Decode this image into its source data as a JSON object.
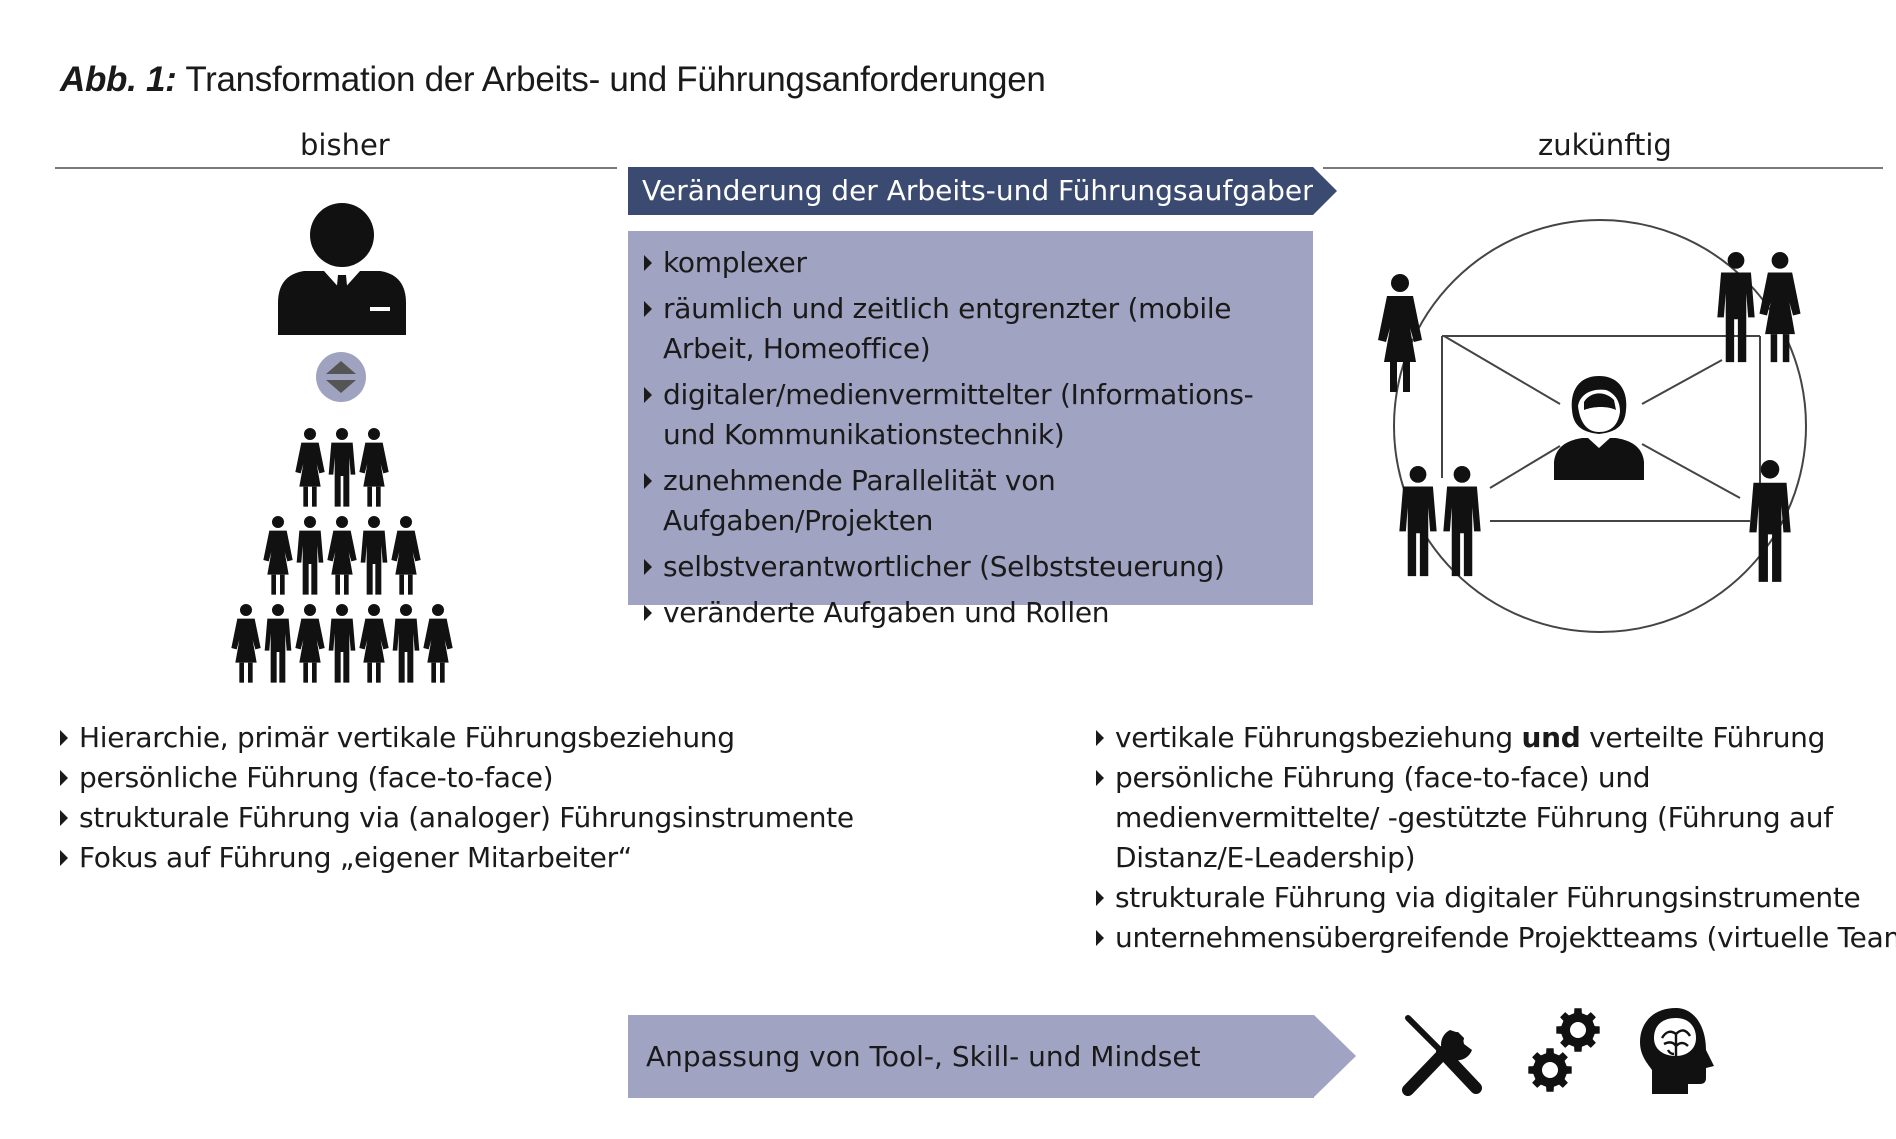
{
  "figure": {
    "label": "Abb. 1:",
    "title": "Transformation der Arbeits- und Führungsanforderungen"
  },
  "columns": {
    "left_heading": "bisher",
    "right_heading": "zukünftig"
  },
  "center": {
    "banner": "Veränderung der Arbeits-und Führungsaufgaben",
    "items": [
      "komplexer",
      "räumlich und zeitlich entgrenzter (mobile Arbeit, Homeoffice)",
      "digitaler/medienvermittelter (Informations- und Kommunikationstechnik)",
      "zunehmende Parallelität von Aufgaben/Projekten",
      "selbstverantwortlicher (Selbststeuerung)",
      "veränderte Aufgaben und Rollen"
    ]
  },
  "left_list": [
    "Hierarchie, primär vertikale Führungsbeziehung",
    "persönliche Führung (face-to-face)",
    "strukturale Führung via (analoger) Führungsinstrumente",
    "Fokus auf Führung „eigener Mitarbeiter“"
  ],
  "right_list": {
    "item1_pre": "vertikale Führungsbeziehung",
    "item1_bold": "und",
    "item1_post": "verteilte Führung",
    "items": [
      "persönliche Führung (face-to-face) und medienvermittelte/ -gestützte Führung (Führung auf Distanz/E-Leadership)",
      "strukturale Führung via digitaler Führungsinstrumente",
      "unternehmensübergreifende Projektteams (virtuelle Teams)"
    ]
  },
  "bottom_banner": "Anpassung von Tool-, Skill- und Mindset",
  "icons": {
    "left": [
      "manager-icon",
      "up-down-arrows-icon",
      "employee-pyramid-icon"
    ],
    "right": [
      "network-circle-icon",
      "leader-woman-icon",
      "woman-icon",
      "couple-icon",
      "two-men-icon",
      "man-icon"
    ],
    "bottom": [
      "tools-icon",
      "gears-icon",
      "brain-head-icon"
    ]
  },
  "colors": {
    "banner_dark": "#3b4a71",
    "box_light": "#a0a4c2",
    "rule": "#7a7a7a",
    "arrow_circle": "#9fa3c0"
  }
}
